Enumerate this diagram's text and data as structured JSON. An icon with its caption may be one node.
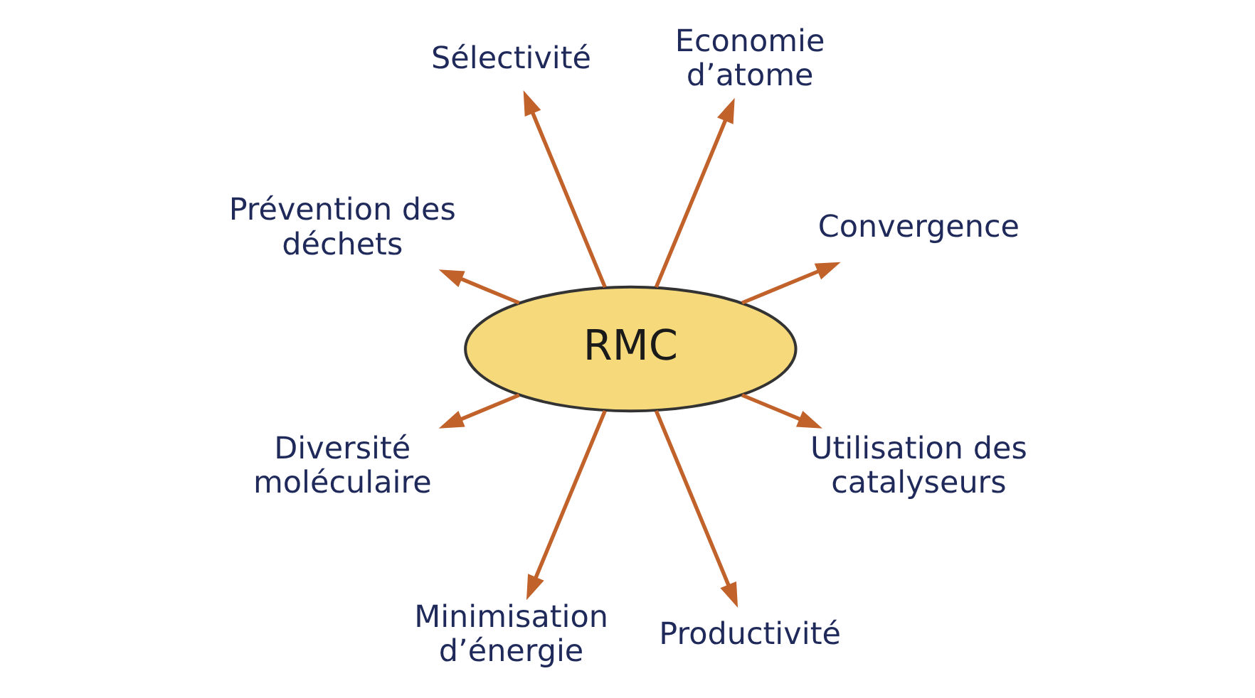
{
  "diagram": {
    "nodes": [
      {
        "text": [
          "RMC"
        ]
      },
      {
        "text": [
          "Convergence"
        ]
      },
      {
        "text": [
          "Economie d’atome"
        ]
      },
      {
        "text": [
          "Sélectivité"
        ]
      },
      {
        "text": [
          "Prévention des déchets"
        ]
      },
      {
        "text": [
          "Diversité moléculaire"
        ]
      },
      {
        "text": [
          "Minimisation d’énergie"
        ]
      },
      {
        "text": [
          "Productivité"
        ]
      },
      {
        "text": [
          "Utilisation des catalyseurs"
        ]
      }
    ],
    "edges": [
      {
        "from": 0,
        "to": 1,
        "arrow": "to"
      },
      {
        "from": 0,
        "to": 2,
        "arrow": "to"
      },
      {
        "from": 0,
        "to": 3,
        "arrow": "to"
      },
      {
        "from": 0,
        "to": 4,
        "arrow": "to"
      },
      {
        "from": 0,
        "to": 5,
        "arrow": "to"
      },
      {
        "from": 0,
        "to": 6,
        "arrow": "to"
      },
      {
        "from": 0,
        "to": 7,
        "arrow": "to"
      },
      {
        "from": 0,
        "to": 8,
        "arrow": "to"
      }
    ]
  }
}
